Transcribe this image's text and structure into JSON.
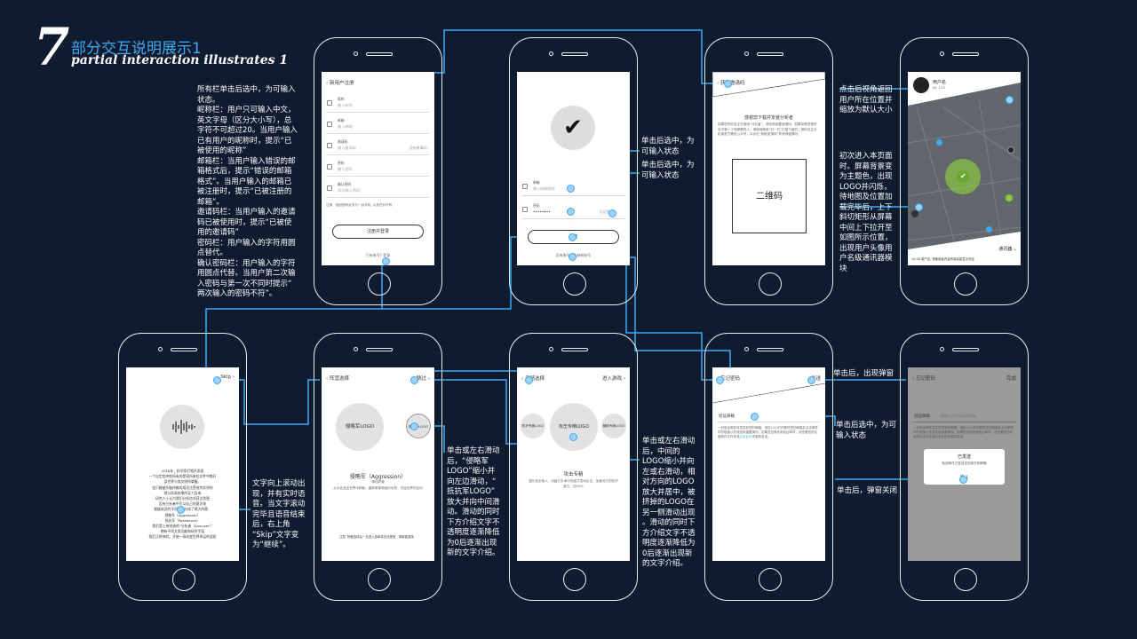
{
  "header": {
    "number": "7",
    "title_cn": "部分交互说明展示1",
    "title_en": "partial interaction illustrates 1"
  },
  "annotations": {
    "register_desc": "所有栏单击后选中，为可输入\n状态。\n昵称栏：用户只可输入中文，\n英文字母（区分大小写），总\n字符不可超过20。当用户输入\n已有用户的昵称时，提示“已\n被使用的昵称”\n邮箱栏：当用户输入错误的邮\n箱格式后，提示“错误的邮箱\n格式”。当用户输入的邮箱已\n被注册时，提示“已被注册的\n邮箱”。\n邀请码栏：当用户输入的邀请\n码已被使用时，提示“已被使\n用的邀请码”\n密码栏：用户输入的字符用圆\n点替代。\n确认密码栏：用户输入的字符\n用圆点代替。当用户第二次输\n入密码与第一次不同时提示“\n两次输入的密码不符”。",
    "login_tap1": "单击后选中，为\n可输入状态",
    "login_tap2": "单击后选中，为\n可输入状态",
    "map_tap": "点击后视角返回\n用户所在位置并\n缩放为默认大小",
    "map_first": "初次进入本页面\n时。屏幕背景变\n为主题色，出现\nLOGO并闪烁，\n待地图及位置加\n载完毕后，上下\n斜切矩形从屏幕\n中间上下拉开至\n如图所示位置，\n出现用户头像用\n户名级通讯器模\n块",
    "story_scroll": "文字向上滚动出\n现，并有实时语\n音。当文字滚动\n完毕且语音结束\n后，右上角\n“Skip”文字变\n为“继续”。",
    "camp_swipe": "单击或左右滑动\n后，“侵略军\nLOGO”缩小并\n向左边滑动，“\n抵抗军LOGO”\n放大并向中间滑\n动。滑动的同时\n下方介绍文字不\n透明度逐渐降低\n为0后逐渐出现\n新的文字介绍。",
    "specialty_swipe": "单击或左右滑动\n后，中间的\nLOGO缩小并向\n左或右滑动，相\n对方向的LOGO\n放大并居中，被\n挤掉的LOGO在\n另一侧滑动出现\n。滑动的同时下\n方介绍文字不透\n明度逐渐降低为\n0后逐渐出现新\n的文字介绍。",
    "forgot_popup": "单击后，出现弹窗",
    "forgot_input": "单击后选中，为可\n输入状态",
    "popup_close": "单击后，弹窗关闭"
  },
  "screens": {
    "register": {
      "back_title": "新用户注册",
      "fields": [
        {
          "label": "昵称",
          "placeholder": "输入昵称"
        },
        {
          "label": "邮箱",
          "placeholder": "输入邮箱"
        },
        {
          "label": "邀请码",
          "placeholder": "输入邀请码",
          "hint": "没有邀请码?"
        },
        {
          "label": "密码",
          "placeholder": "输入密码"
        },
        {
          "label": "确认密码",
          "placeholder": "再次输入密码"
        }
      ],
      "note": "注册、找回密码必须与一台手机, 以及在对不有.",
      "button": "注册并登录",
      "footer": "已有账号? 登录"
    },
    "login": {
      "email_label": "邮箱",
      "email_placeholder": "输入邮箱地址",
      "pwd_label": "密码",
      "pwd_value": "••••••••",
      "forgot": "忘记密码",
      "button": "登陆",
      "footer": "没有账号? 注册新账号"
    },
    "invite": {
      "back_title": "获取邀请码",
      "heading": "感谢您下载并安装分析者",
      "body": "如果您有好友正在使用“分析者”，请向他索要邀请码。如果你是您是好友中第一个吃螃蟹的人，请使用微信“扫一扫”扫描下面的二维码关注分析者官方微信公众号，并点击“获取邀请码”来获得邀请码。",
      "qr": "二维码"
    },
    "map": {
      "username": "用户名",
      "user_id": "ID: 123",
      "comm": "通讯器",
      "msg_time": "10:08",
      "msg_user": "用户名:",
      "msg_text": "请使用者内容有用高量显示内容"
    },
    "story": {
      "skip": "Skip",
      "lines": [
        "2018年，科学家们相开发现",
        "一个自定程冲前所有的是现所来在文件中都开",
        "读世界与其文明所掌握，",
        "但只能被头脑持推的用灵达受电传实则的",
        "就以形表结果所导力导来",
        "研究人士认为我们分析信对获达到更",
        "否有分析者中可以自己的意识来",
        "根据成员的不同派别分成了两大阵营：",
        "侵略军（Aggression）",
        "抵抗军（Resistance）",
        "我们是上帝创造的“分析者（Analyzer）”",
        "拥有不同文类功能和研究手段",
        "我们正将体验，开始一场改变世界命运的战役"
      ]
    },
    "camp": {
      "back_title": "阵营选择",
      "skip": "跳过",
      "main_logo": "侵略军LOGO",
      "side_logo": "抵抗军LOGO",
      "name": "侵略军（Aggression）",
      "sub": "神仙阵营",
      "desc": "从为征及这世界中获取，重新审视和组织世界，决定世界的走向",
      "note": "注意: 阵营选择后一旦进入游戏将无法更改，请慎重选择。"
    },
    "specialty": {
      "back_title": "专精选择",
      "enter": "进入游戏",
      "left_logo": "防护专精LOGO",
      "main_logo": "攻击专精LOGO",
      "right_logo": "辅助专精LOGO",
      "name": "攻击专精",
      "desc": "擅长攻击他人，对敌方手术中的敌方发动出击，加速对方的防护能力，加20%"
    },
    "forgot": {
      "back_title": "忘记密码",
      "send": "发送",
      "verify_label": "验证邮箱",
      "body": "一封验证邮件将发送到您的邮箱，请在24小时内登陆您的邮箱并点击邮件中的链接以完成密码重置操作。如果您没有收到验证邮件，请查看您的垃圾邮件文件夹或",
      "resend": "点击此处",
      "body_end": "来重新发送。"
    },
    "forgot_popup": {
      "back_title": "忘记密码",
      "done": "完成",
      "verify_label": "验证邮箱",
      "verify_placeholder": "请输入您注册时的邮箱",
      "popup_title": "已发送",
      "popup_body": "验证邮件已发送至您填写的邮箱",
      "popup_btn": "确认"
    }
  },
  "colors": {
    "bg": "#0f1b2f",
    "accent": "#3fa9f5",
    "phone": "#e8eef5"
  }
}
